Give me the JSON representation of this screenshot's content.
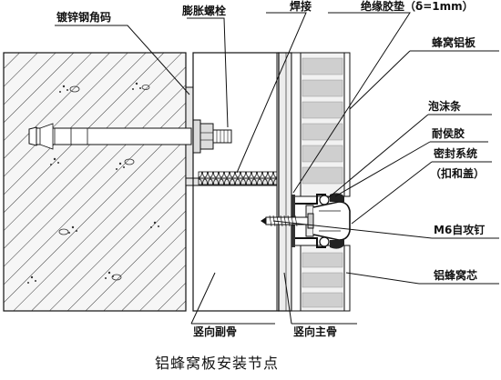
{
  "labels": {
    "galvanized_angle": "镀锌钢角码",
    "expansion_bolt": "膨胀螺栓",
    "weld": "焊接",
    "insulation_pad": "绝缘胶垫（δ=1mm）",
    "honeycomb_panel": "蜂窝铝板",
    "foam_strip": "泡沫条",
    "weather_sealant": "耐侯胶",
    "sealing_system_line1": "密封系统",
    "sealing_system_line2": "（扣和盖）",
    "self_tapping_screw": "M6自攻钉",
    "honeycomb_core": "铝蜂窝芯",
    "secondary_mullion": "竖向副骨",
    "main_mullion": "竖向主骨"
  },
  "caption": "铝蜂窝板安装节点",
  "colors": {
    "line": "#111111",
    "concrete": "#f4f4f4",
    "steel": "#e6e6e6",
    "honeycomb": "#cfcfcf",
    "background": "#ffffff"
  }
}
